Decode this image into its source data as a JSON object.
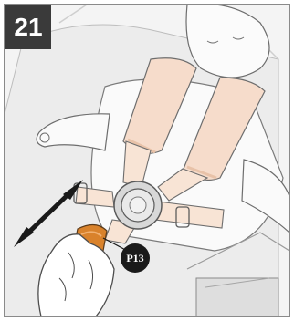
{
  "figure": {
    "step_number": "21",
    "callout_label": "P13",
    "subject": "child-harness-buckle-adjustment",
    "colors": {
      "pad": "#f6dccb",
      "pad_shadow": "#e8c2a8",
      "buckle": "#d8d8d8",
      "adjuster": "#d9822b",
      "arrow": "#1a1a1a",
      "line": "#4a4a4a",
      "badge": "#3a3a3a"
    },
    "icons": [
      "double-arrow-icon"
    ]
  }
}
